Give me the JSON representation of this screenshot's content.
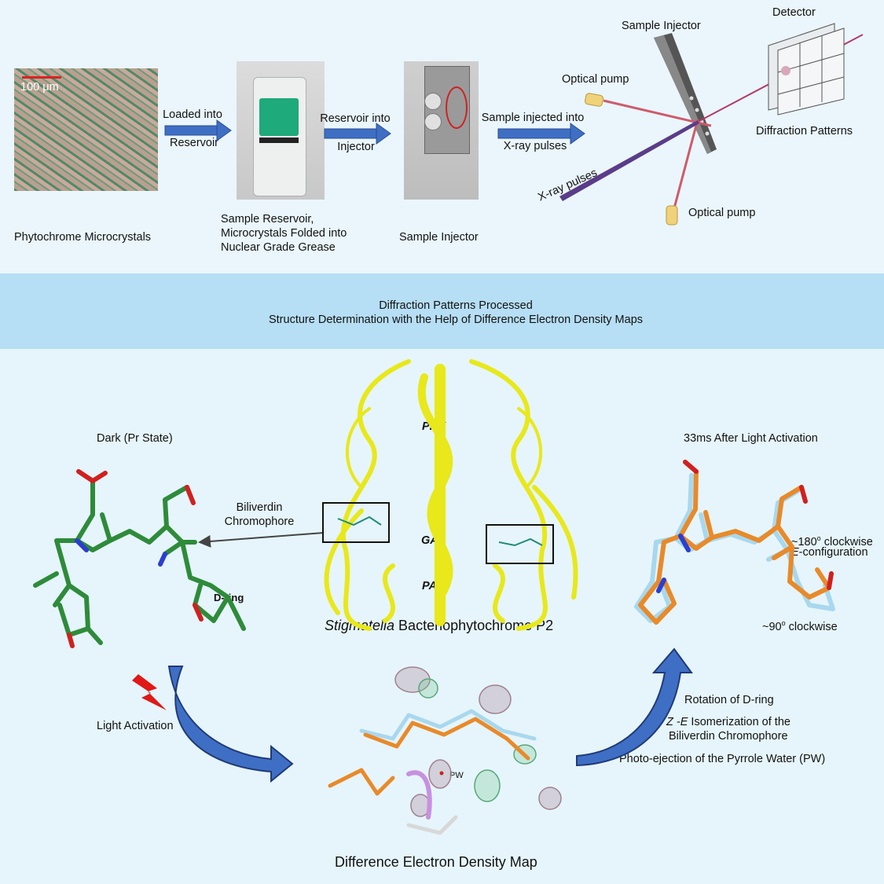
{
  "top": {
    "scale_bar": "100 μm",
    "micro_label": "Phytochrome Microcrystals",
    "arrow1": {
      "line1": "Loaded into",
      "line2": "Reservoir"
    },
    "reservoir_label": [
      "Sample Reservoir,",
      "Microcrystals Folded into",
      "Nuclear Grade Grease"
    ],
    "arrow2": {
      "line1": "Reservoir into",
      "line2": "Injector"
    },
    "injector_label": "Sample Injector",
    "arrow3": {
      "line1": "Sample injected into",
      "line2": "X-ray pulses"
    },
    "setup": {
      "sample_injector": "Sample Injector",
      "detector": "Detector",
      "optical_pump_top": "Optical pump",
      "optical_pump_bottom": "Optical pump",
      "xray": "X-ray pulses",
      "diffraction": "Diffraction Patterns"
    }
  },
  "band": {
    "line1": "Diffraction Patterns Processed",
    "line2": "Structure Determination with the Help of Difference Electron Density Maps"
  },
  "bottom": {
    "dark_title": "Dark (Pr State)",
    "dring": "D-ring",
    "biliverdin": [
      "Biliverdin",
      "Chromophore"
    ],
    "protein": {
      "phy": "PHY",
      "gaf": "GAF",
      "pas": "PAS",
      "caption_italic": "Stigmatella",
      "caption_rest": " Bacteriophytochrome P2"
    },
    "light_title": "33ms After Light Activation",
    "rot180": {
      "line1_num": "~180",
      "line1_sup": "o",
      "line1_rest": " clockwise",
      "line2_italic": "E",
      "line2_rest": "-configuration"
    },
    "rot90": {
      "num": "~90",
      "sup": "o",
      "rest": " clockwise"
    },
    "light_activation": "Light Activation",
    "rotation_dring": "Rotation of D-ring",
    "isomer": {
      "italic": "Z -E",
      "rest": " Isomerization of the",
      "line2": "Biliverdin Chromophore"
    },
    "photo_ejection": "Photo-ejection of the Pyrrole Water (PW)",
    "pw": "PW",
    "density_caption": "Difference Electron Density Map"
  },
  "colors": {
    "arrow_blue": "#3f6fc4",
    "chromophore_green": "#2e8b3a",
    "oxygen_red": "#d02020",
    "nitrogen_blue": "#2a3fd0",
    "protein_yellow": "#f0f01e",
    "orange": "#e88a2a",
    "lightblue": "#a8d8ee"
  }
}
